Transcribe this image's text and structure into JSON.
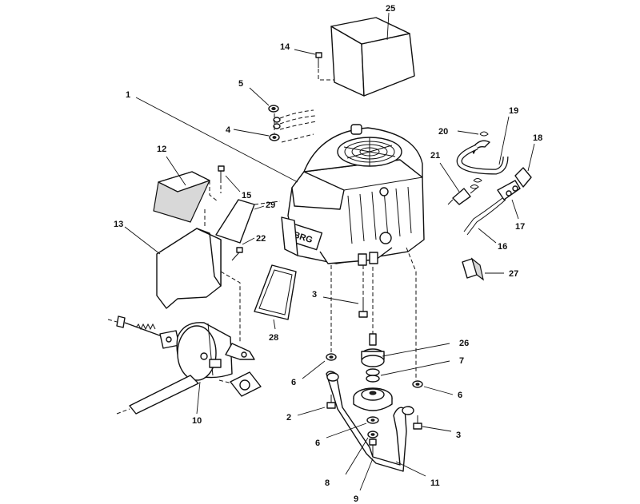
{
  "labels": {
    "l1": "1",
    "l2": "2",
    "l3a": "3",
    "l3b": "3",
    "l4": "4",
    "l5": "5",
    "l6a": "6",
    "l6b": "6",
    "l6c": "6",
    "l7": "7",
    "l8": "8",
    "l9": "9",
    "l10": "10",
    "l11": "11",
    "l12": "12",
    "l13": "13",
    "l14": "14",
    "l15": "15",
    "l16": "16",
    "l17": "17",
    "l18": "18",
    "l19": "19",
    "l20": "20",
    "l21": "21",
    "l22": "22",
    "l25": "25",
    "l26": "26",
    "l27": "27",
    "l28": "28",
    "l29": "29"
  }
}
